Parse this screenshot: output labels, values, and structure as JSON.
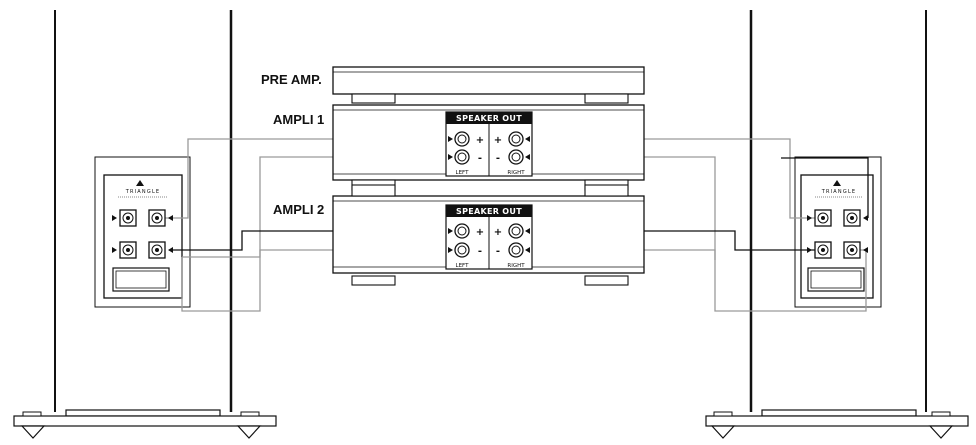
{
  "labels": {
    "pre_amp": "PRE AMP.",
    "ampli_1": "AMPLI 1",
    "ampli_2": "AMPLI 2"
  },
  "speaker_out": {
    "title": "SPEAKER OUT",
    "plus": "+",
    "minus": "-",
    "left": "LEFT",
    "right": "RIGHT"
  },
  "speaker_brand": "TRIANGLE",
  "colors": {
    "line": "#111111",
    "light_cable": "#9a9a9a",
    "panel_fill": "#ffffff",
    "badge_fill": "#111111"
  }
}
